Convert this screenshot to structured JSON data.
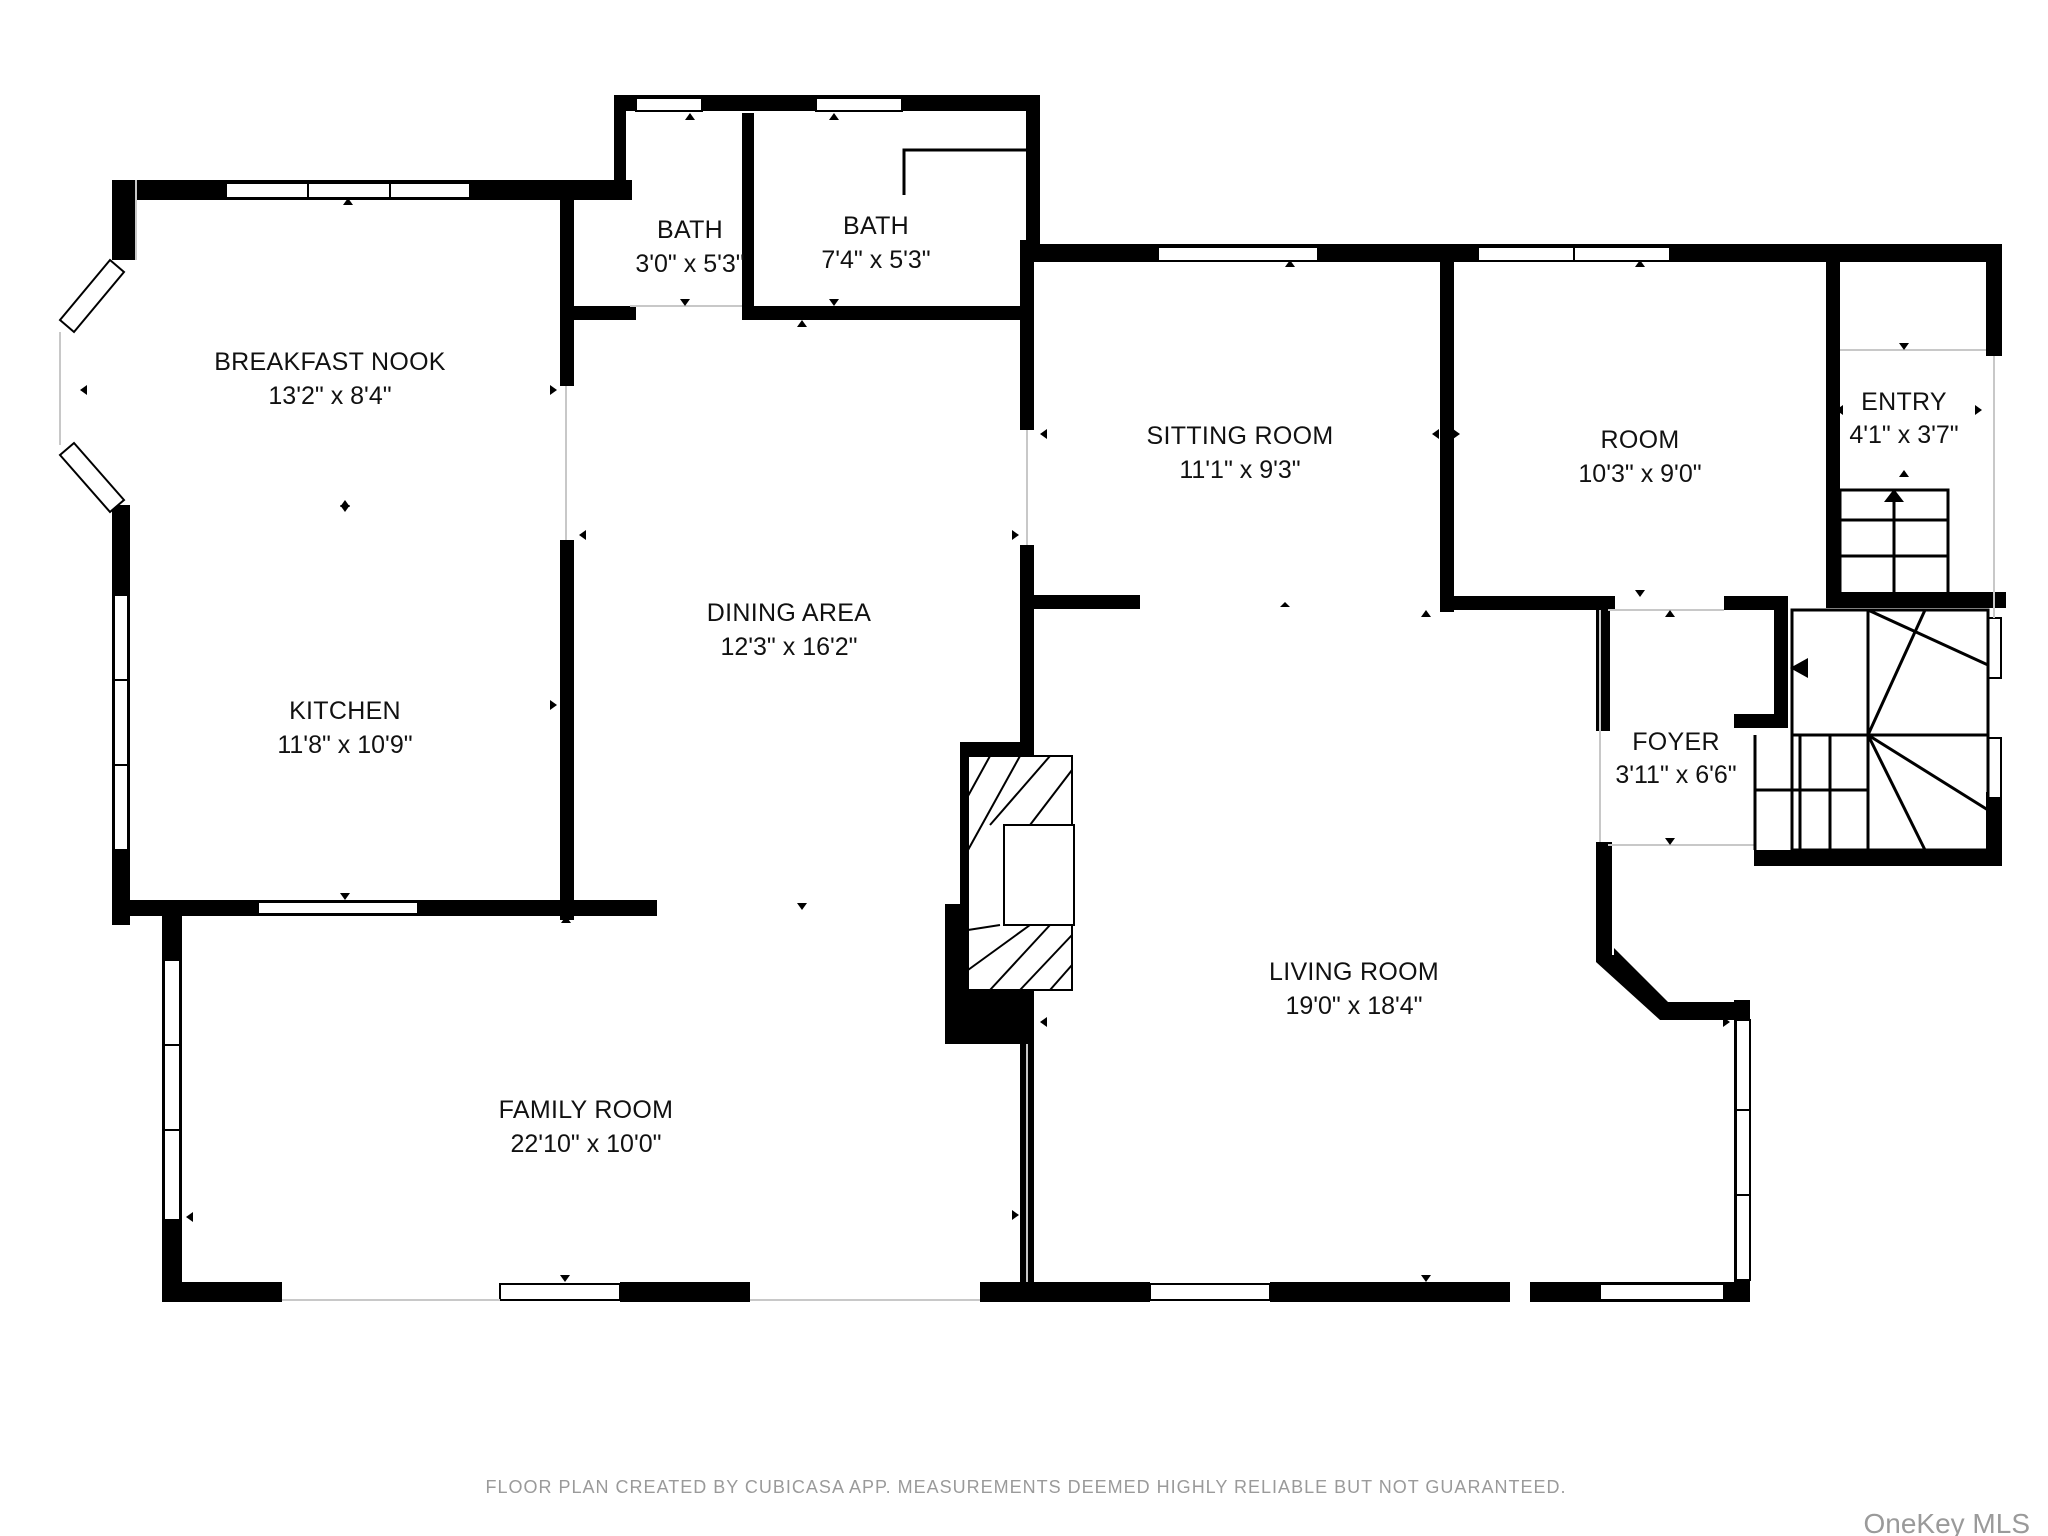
{
  "rooms": [
    {
      "id": "bath-1",
      "name": "BATH",
      "dims": "3'0\" x 5'3\""
    },
    {
      "id": "bath-2",
      "name": "BATH",
      "dims": "7'4\" x 5'3\""
    },
    {
      "id": "breakfast-nook",
      "name": "BREAKFAST NOOK",
      "dims": "13'2\" x 8'4\""
    },
    {
      "id": "kitchen",
      "name": "KITCHEN",
      "dims": "11'8\" x 10'9\""
    },
    {
      "id": "dining-area",
      "name": "DINING AREA",
      "dims": "12'3\" x 16'2\""
    },
    {
      "id": "sitting-room",
      "name": "SITTING ROOM",
      "dims": "11'1\" x 9'3\""
    },
    {
      "id": "room",
      "name": "ROOM",
      "dims": "10'3\" x 9'0\""
    },
    {
      "id": "entry",
      "name": "ENTRY",
      "dims": "4'1\" x 3'7\""
    },
    {
      "id": "foyer",
      "name": "FOYER",
      "dims": "3'11\" x 6'6\""
    },
    {
      "id": "living-room",
      "name": "LIVING ROOM",
      "dims": "19'0\" x 18'4\""
    },
    {
      "id": "family-room",
      "name": "FAMILY ROOM",
      "dims": "22'10\" x 10'0\""
    }
  ],
  "footer": {
    "disclaimer": "FLOOR PLAN CREATED BY CUBICASA APP. MEASUREMENTS DEEMED HIGHLY RELIABLE BUT NOT GUARANTEED.",
    "brand": "OneKey MLS"
  },
  "colors": {
    "walls": "#000000",
    "background": "#ffffff",
    "footer_text": "#9a9a9a"
  }
}
